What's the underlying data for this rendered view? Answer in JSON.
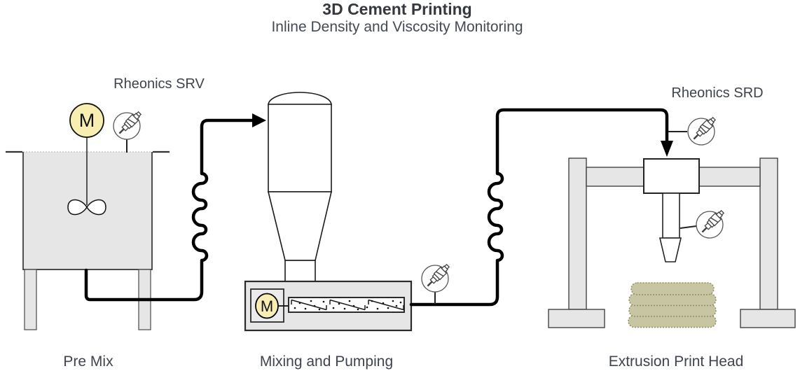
{
  "header": {
    "title": "3D Cement Printing",
    "subtitle": "Inline Density and Viscosity Monitoring"
  },
  "stages": {
    "premix": {
      "label": "Pre Mix",
      "motor_label": "M"
    },
    "mixing": {
      "label": "Mixing and Pumping",
      "motor_label": "M"
    },
    "extrusion": {
      "label": "Extrusion Print Head"
    }
  },
  "sensors": {
    "srv": {
      "label": "Rheonics SRV"
    },
    "srd": {
      "label": "Rheonics SRD"
    }
  },
  "colors": {
    "motor_fill": "#f8eeb2",
    "equipment_gray": "#e6e6e6",
    "hopper_fill": "#ffffff",
    "cement_fill": "#c8c5a3",
    "cement_stroke": "#8f8f5f",
    "pipe_black": "#000000",
    "text": "#3e434c"
  }
}
